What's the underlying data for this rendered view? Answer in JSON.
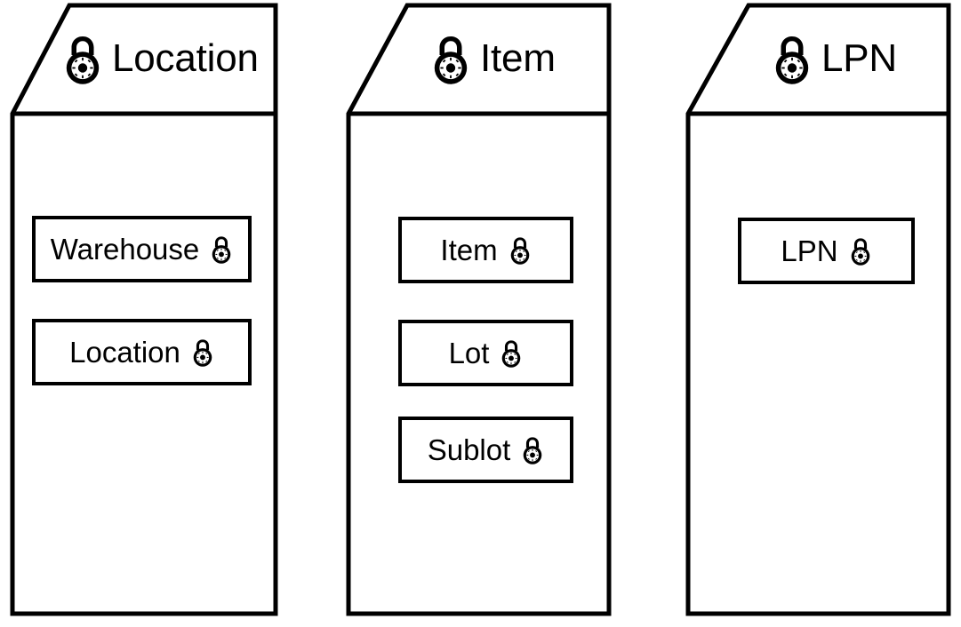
{
  "diagram": {
    "type": "lock-hierarchy",
    "background_color": "#ffffff",
    "stroke_color": "#000000",
    "panel_count": 3,
    "panels": [
      {
        "id": "location",
        "header": {
          "title": "Location",
          "icon": "combination-padlock-icon"
        },
        "fields": [
          {
            "label": "Warehouse",
            "icon": "combination-padlock-icon"
          },
          {
            "label": "Location",
            "icon": "combination-padlock-icon"
          }
        ]
      },
      {
        "id": "item",
        "header": {
          "title": "Item",
          "icon": "combination-padlock-icon"
        },
        "fields": [
          {
            "label": "Item",
            "icon": "combination-padlock-icon"
          },
          {
            "label": "Lot",
            "icon": "combination-padlock-icon"
          },
          {
            "label": "Sublot",
            "icon": "combination-padlock-icon"
          }
        ]
      },
      {
        "id": "lpn",
        "header": {
          "title": "LPN",
          "icon": "combination-padlock-icon"
        },
        "fields": [
          {
            "label": "LPN",
            "icon": "combination-padlock-icon"
          }
        ]
      }
    ]
  }
}
